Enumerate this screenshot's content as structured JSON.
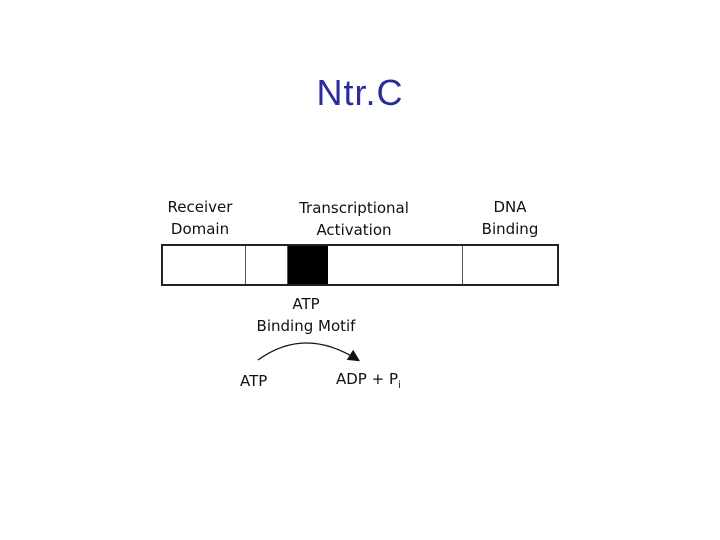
{
  "title": "Ntr.C",
  "labels": {
    "receiver_line1": "Receiver",
    "receiver_line2": "Domain",
    "transcriptional_line1": "Transcriptional",
    "transcriptional_line2": "Activation",
    "dna_line1": "DNA",
    "dna_line2": "Binding",
    "atp_motif_line1": "ATP",
    "atp_motif_line2": "Binding Motif"
  },
  "reaction": {
    "substrate": "ATP",
    "product": "ADP + P",
    "product_subscript": "i"
  }
}
